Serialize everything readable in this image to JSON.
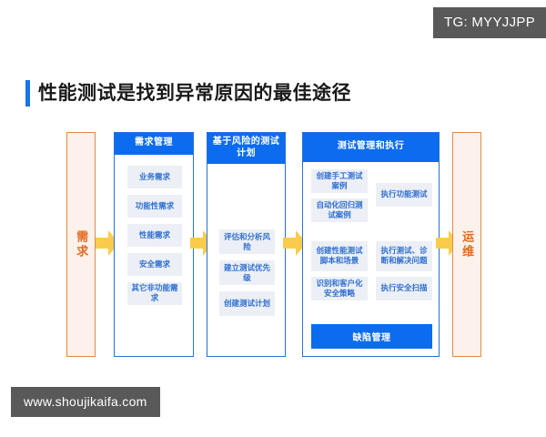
{
  "badges": {
    "tg": "TG: MYYJJPP",
    "site": "www.shoujikaifa.com"
  },
  "title": "性能测试是找到异常原因的最佳途径",
  "colors": {
    "accent_blue": "#1a73e8",
    "header_blue": "#0b6cf0",
    "frame_blue": "#2a6fd6",
    "chip_bg": "#eceff5",
    "chip_text": "#2f6fd0",
    "end_orange_border": "#e08a45",
    "end_orange_bg": "#fdf1ec",
    "end_orange_text": "#e2691e",
    "arrow_yellow": "#fbcb4d",
    "badge_gray": "#595959"
  },
  "diagram": {
    "start_column": {
      "label": "需求"
    },
    "end_column": {
      "label": "运维"
    },
    "stages": [
      {
        "header": "需求管理",
        "items": [
          "业务需求",
          "功能性需求",
          "性能需求",
          "安全需求",
          "其它非功能需求"
        ]
      },
      {
        "header": "基于风险的测试计划",
        "items": [
          "评估和分析风险",
          "建立测试优先级",
          "创建测试计划"
        ]
      },
      {
        "header": "测试管理和执行",
        "left_items": [
          "创建手工测试案例",
          "自动化回归测试案例",
          "创建性能测试脚本和场景",
          "识别和客户化安全策略"
        ],
        "right_items": [
          "执行功能测试",
          "执行测试、诊断和解决问题",
          "执行安全扫描"
        ],
        "footer": "缺陷管理"
      }
    ],
    "arrows": [
      "arrow-right",
      "arrow-right",
      "arrow-right",
      "arrow-right"
    ]
  }
}
